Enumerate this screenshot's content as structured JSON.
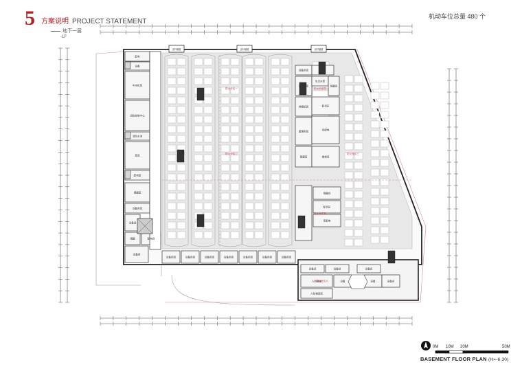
{
  "header": {
    "number": "5",
    "title_cn": "方案说明",
    "title_en": "PROJECT STATEMENT",
    "level_cn": "地下一层",
    "level_code": "-1F",
    "parking_count": "机动车位总量 480 个"
  },
  "plan": {
    "title": "BASEMENT FLOOR PLAN",
    "elevation": "(H=-6.30)",
    "scale_ticks": [
      "0M",
      "10M",
      "20M",
      "50M"
    ],
    "colors": {
      "accent_red": "#b21f24",
      "parking_floor": "#e8e8e8",
      "wall": "#222222",
      "room_fill": "#f6f6f6",
      "stair_fill": "#d7d7d7",
      "annotation_red": "#cc3a3a"
    },
    "top_openings": [
      "出口坡道",
      "出口坡道",
      "出口坡道"
    ],
    "west_rooms": [
      "配电",
      "设备",
      "中水机房",
      "消防控制中心",
      "消防水池",
      "泵房",
      "配电室",
      "储藏室",
      "设备用房",
      "设备间",
      "储藏",
      "配电间",
      "设备间"
    ],
    "south_rooms": [
      "设备用房",
      "设备用房",
      "设备用房",
      "设备用房",
      "设备用房",
      "设备用房",
      "设备用房"
    ],
    "east_core_rooms": [
      "设备用房",
      "库房",
      "通风机房",
      "生活水泵",
      "储藏间",
      "排烟机房",
      "卸货区",
      "管理用房",
      "变配电",
      "储藏室",
      "楼梯间"
    ],
    "lower_rooms": [
      "设备间",
      "设备间",
      "设备间",
      "人防通道",
      "设备",
      "设备",
      "人防物资库",
      "设备间"
    ],
    "red_annotations": [
      "防火分区一",
      "防火分区二",
      "防火分区三",
      "防火分区四",
      "防火分区五",
      "防火分区六"
    ],
    "north_label": "N"
  }
}
